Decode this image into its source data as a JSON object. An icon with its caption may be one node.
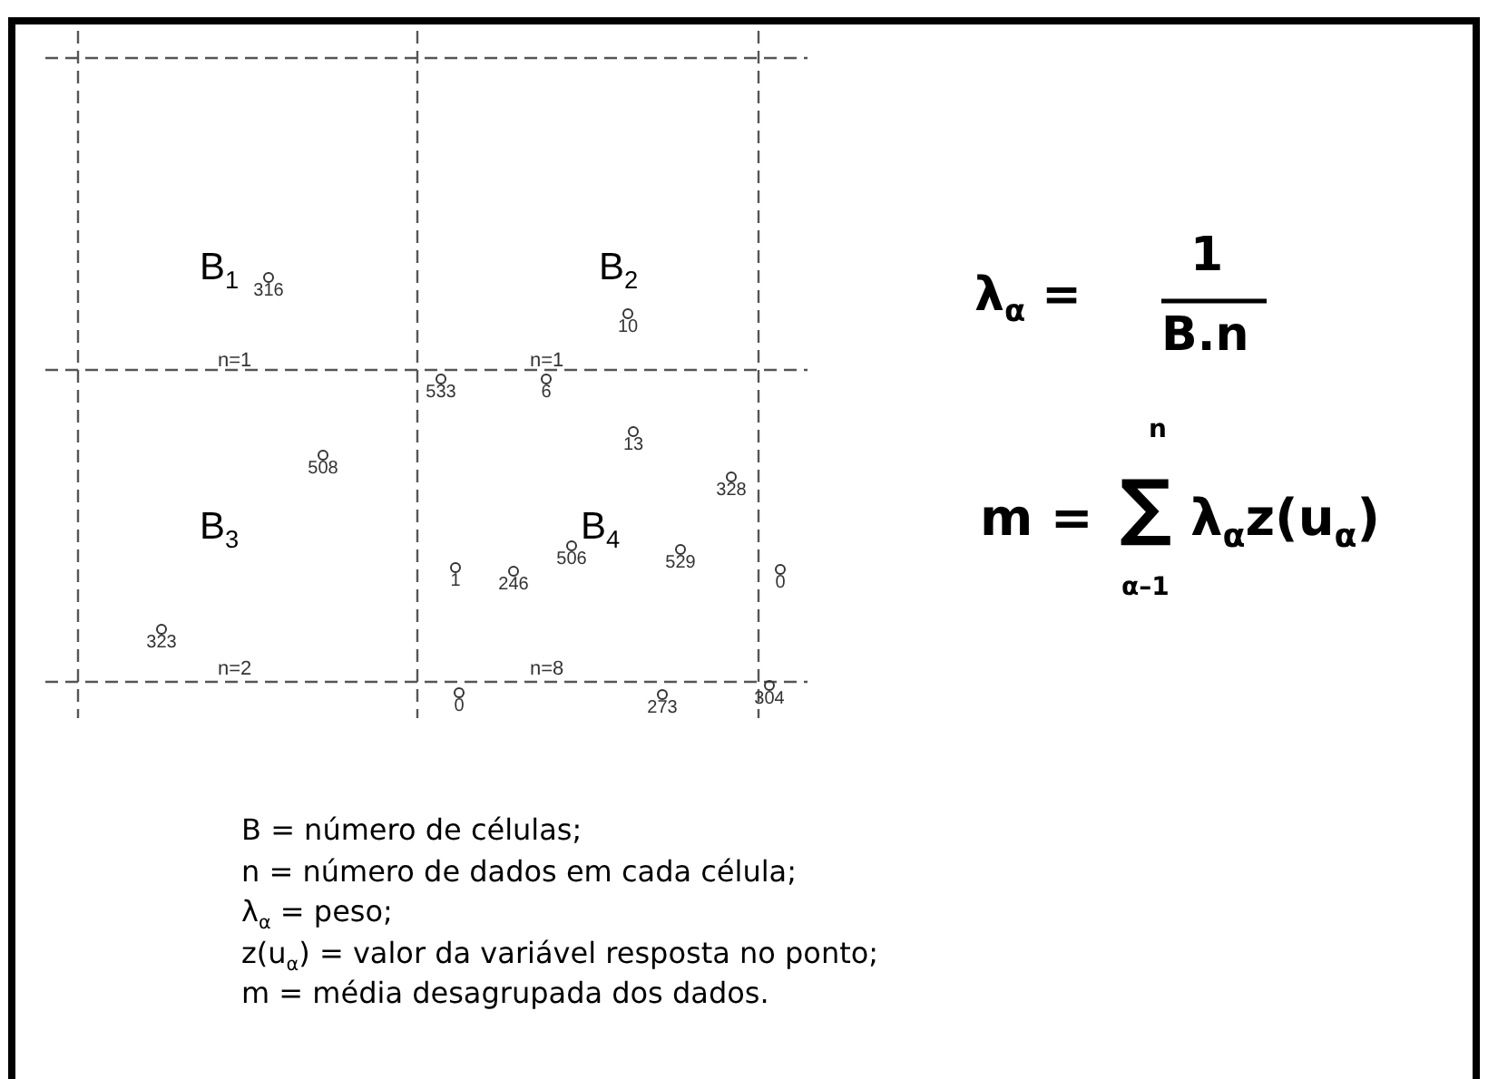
{
  "diagram": {
    "nodes": [
      {
        "text": [
          "B$_{1}$",
          "n=1"
        ]
      },
      {
        "text": [
          "B$_{2}$",
          "n=1"
        ]
      },
      {
        "text": [
          "B$_{3}$",
          "n=2"
        ]
      },
      {
        "text": [
          "B$_{4}$",
          "n=8"
        ]
      }
    ],
    "edges": [],
    "labels": [
      "316",
      "10",
      "533",
      "6",
      "13",
      "508",
      "328",
      "506",
      "529",
      "1",
      "246",
      "0",
      "323",
      "0",
      "273",
      "304",
      "λ$_{α}$ =",
      "1",
      "B.n",
      "m =",
      "n",
      "∑",
      "α–1",
      "λ$_{α}$z(u$_{α}$)",
      "B = número de células;",
      "n = número de dados em cada célula;",
      "λ$_{α}$ = peso;",
      "z(u$_{α}$) = valor da variável resposta no ponto;",
      "m = média desagrupada dos dados."
    ]
  }
}
